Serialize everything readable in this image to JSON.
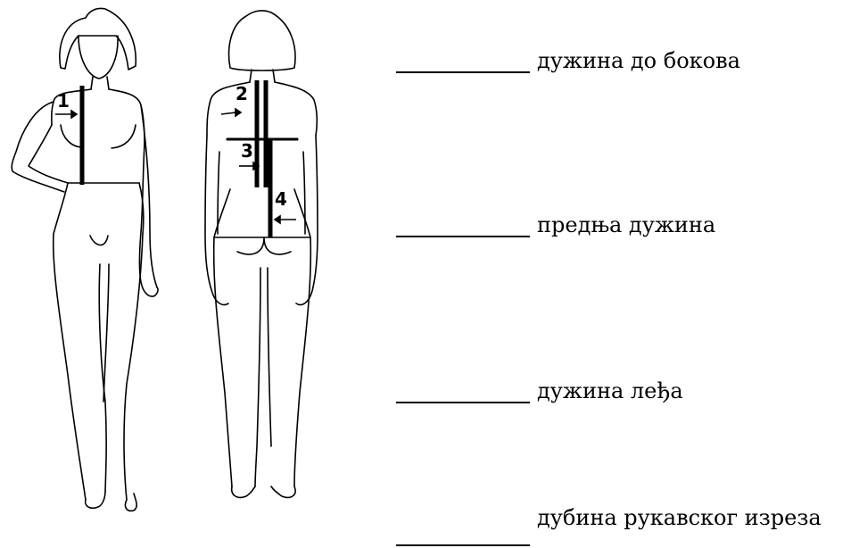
{
  "figure": {
    "front_numbers": [
      "1"
    ],
    "back_numbers": [
      "2",
      "3",
      "4"
    ]
  },
  "matching": {
    "items": [
      {
        "label": "дужина до бокова"
      },
      {
        "label": "предња дужина"
      },
      {
        "label": "дужина леђа"
      },
      {
        "label": "дубина рукавског изреза"
      }
    ]
  }
}
